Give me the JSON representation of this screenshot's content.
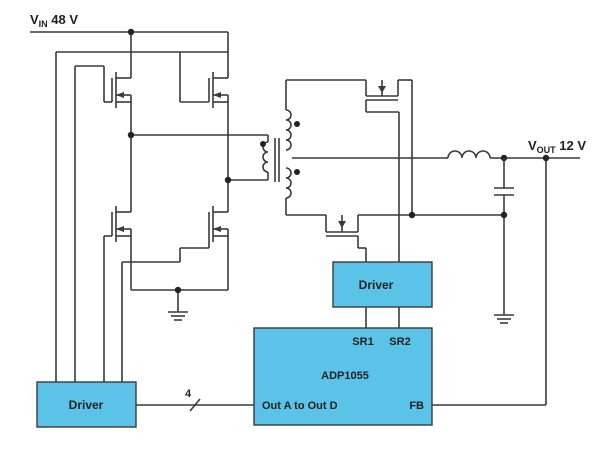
{
  "vin": {
    "symbol": "V",
    "sub": "IN",
    "value": " 48 V"
  },
  "vout": {
    "symbol": "V",
    "sub": "OUT",
    "value": " 12 V"
  },
  "driver_top_label": "Driver",
  "driver_left_label": "Driver",
  "controller": {
    "name": "ADP1055",
    "sr1": "SR1",
    "sr2": "SR2",
    "out_label": "Out A to Out D",
    "fb_label": "FB"
  },
  "bus_width": "4"
}
